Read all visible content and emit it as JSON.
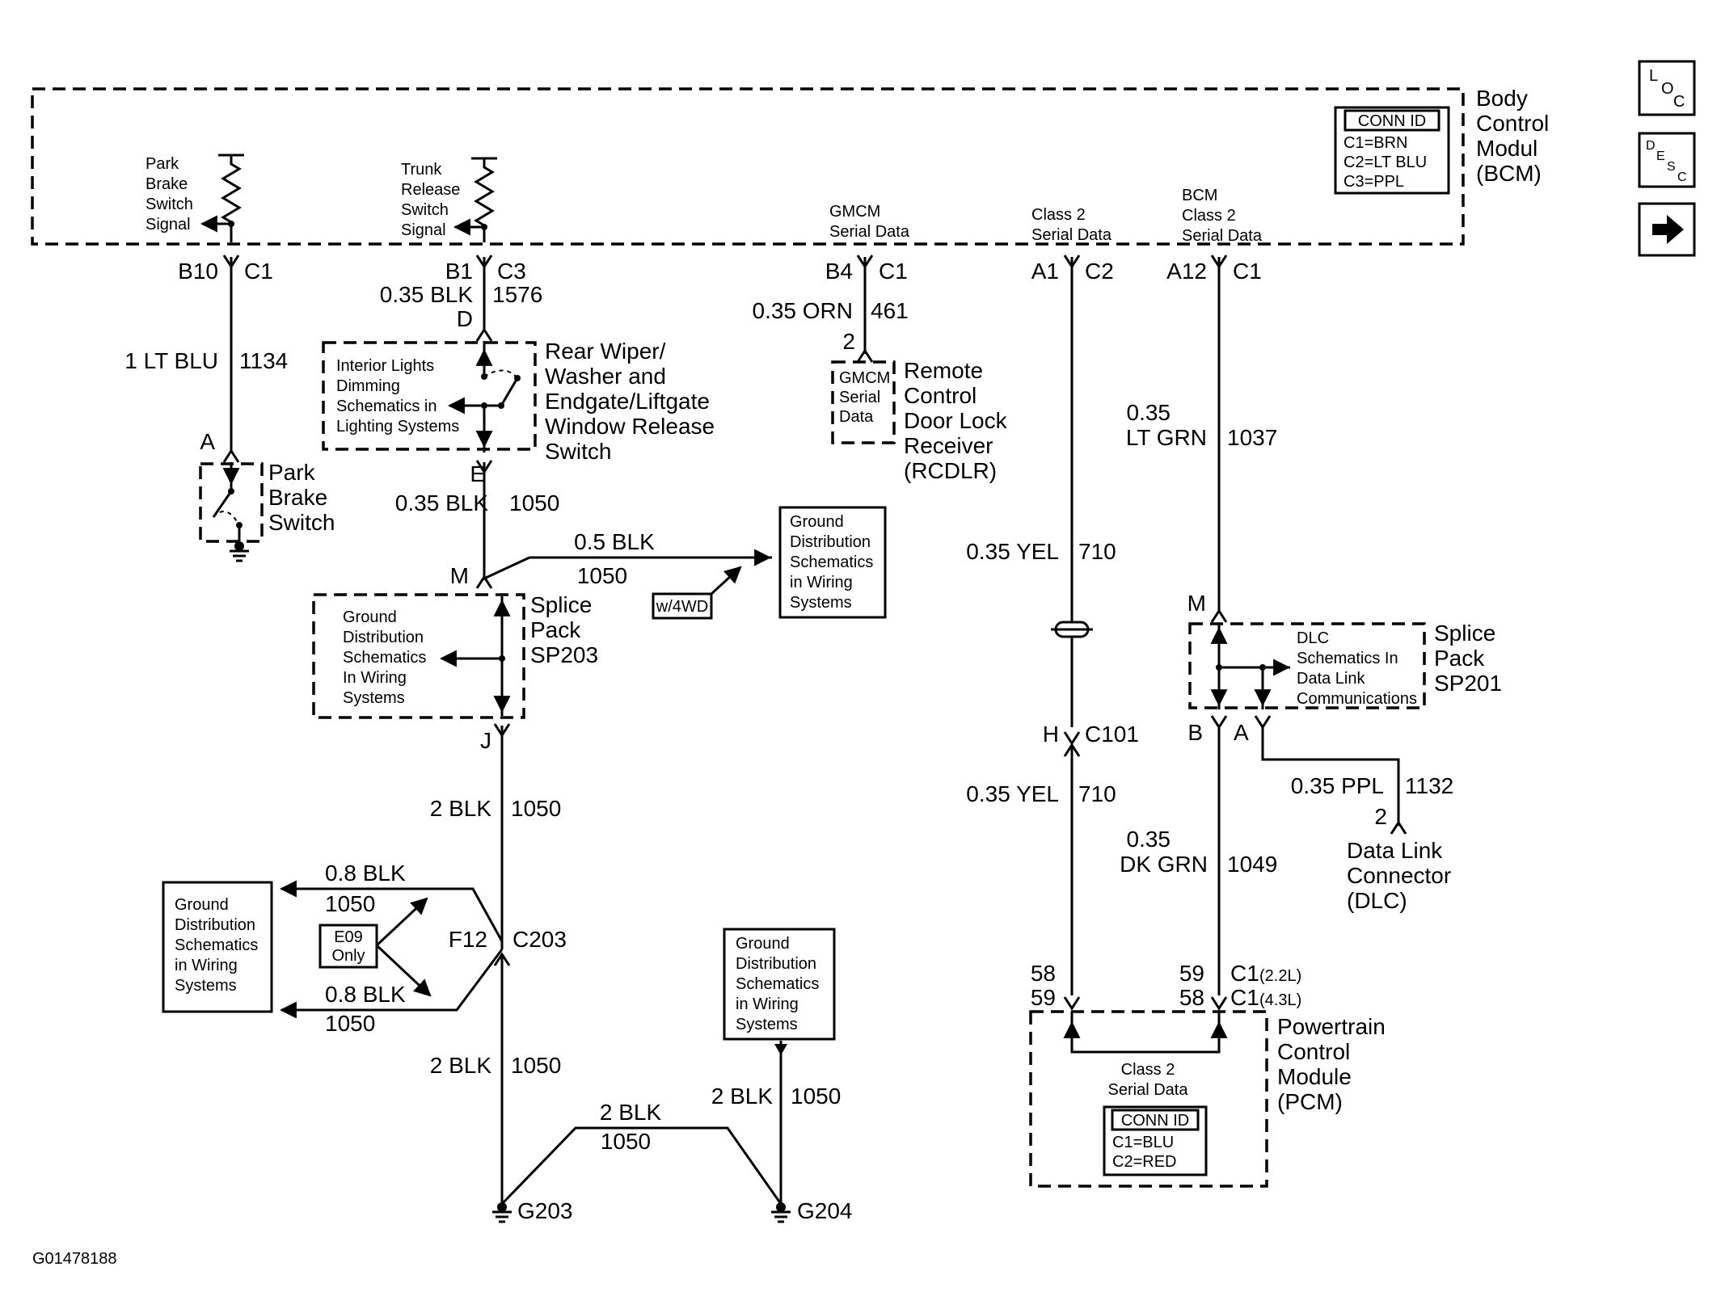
{
  "nav": {
    "loc": [
      "L",
      "O",
      "C"
    ],
    "desc": [
      "D",
      "E",
      "S",
      "C"
    ],
    "next_icon": "arrow-right-icon"
  },
  "figure_id": "G01478188",
  "bcm": {
    "title": [
      "Body",
      "Control",
      "Modul",
      "(BCM)"
    ],
    "conn_id": {
      "title": "CONN ID",
      "lines": [
        "C1=BRN",
        "C2=LT BLU",
        "C3=PPL"
      ]
    },
    "park_sig": [
      "Park",
      "Brake",
      "Switch",
      "Signal"
    ],
    "trunk_sig": [
      "Trunk",
      "Release",
      "Switch",
      "Signal"
    ],
    "gmcm_sig": [
      "GMCM",
      "Serial Data"
    ],
    "class2_sig": [
      "Class 2",
      "Serial Data"
    ],
    "bcm_class2_sig": [
      "BCM",
      "Class 2",
      "Serial Data"
    ]
  },
  "pins": {
    "b10": "B10",
    "c1a": "C1",
    "b1": "B1",
    "c3": "C3",
    "b4": "B4",
    "c1b": "C1",
    "a1": "A1",
    "c2": "C2",
    "a12": "A12",
    "c1c": "C1"
  },
  "wires": {
    "w1134_color": "1 LT BLU",
    "w1134_num": "1134",
    "w1576_color": "0.35 BLK",
    "w1576_num": "1576",
    "w461_color": "0.35 ORN",
    "w461_num": "461",
    "w1050e_color": "0.35 BLK",
    "w1050e_num": "1050",
    "w1050m_color": "0.5 BLK",
    "w1050m_num": "1050",
    "w1050j_color": "2 BLK",
    "w1050j_num": "1050",
    "w1050a_color": "0.8 BLK",
    "w1050a_num": "1050",
    "w1050b_color": "0.8 BLK",
    "w1050b_num": "1050",
    "w1050f_color": "2 BLK",
    "w1050f_num": "1050",
    "w1050g_color": "2 BLK",
    "w1050g_num": "1050",
    "w1050h_color": "2 BLK",
    "w1050h_num": "1050",
    "w710a_color": "0.35 YEL",
    "w710a_num": "710",
    "w710b_color": "0.35 YEL",
    "w710b_num": "710",
    "w1037_color": [
      "0.35",
      "LT GRN"
    ],
    "w1037_num": "1037",
    "w1049_color": [
      "0.35",
      "DK GRN"
    ],
    "w1049_num": "1049",
    "w1132_color": "0.35 PPL",
    "w1132_num": "1132"
  },
  "parts": {
    "park_switch": [
      "Park",
      "Brake",
      "Switch"
    ],
    "park_pin": "A",
    "wiper_switch": [
      "Rear Wiper/",
      "Washer and",
      "Endgate/Liftgate",
      "Window Release",
      "Switch"
    ],
    "wiper_pin_d": "D",
    "wiper_pin_e": "E",
    "interior_ref": [
      "Interior Lights",
      "Dimming",
      "Schematics in",
      "Lighting Systems"
    ],
    "rcdlr": [
      "Remote",
      "Control",
      "Door Lock",
      "Receiver",
      "(RCDLR)"
    ],
    "rcdlr_pin": "2",
    "gmcm_ref": [
      "GMCM",
      "Serial",
      "Data"
    ],
    "sp203": [
      "Splice",
      "Pack",
      "SP203"
    ],
    "sp203_pin_m": "M",
    "sp203_pin_j": "J",
    "sp203_ref": [
      "Ground",
      "Distribution",
      "Schematics",
      "In Wiring",
      "Systems"
    ],
    "ground_ref_top": [
      "Ground",
      "Distribution",
      "Schematics",
      "in Wiring",
      "Systems"
    ],
    "w4wd": "w/4WD",
    "ground_ref_left": [
      "Ground",
      "Distribution",
      "Schematics",
      "in Wiring",
      "Systems"
    ],
    "e09": [
      "E09",
      "Only"
    ],
    "c203_pin": "F12",
    "c203": "C203",
    "ground_ref_bottom": [
      "Ground",
      "Distribution",
      "Schematics",
      "in Wiring",
      "Systems"
    ],
    "g203": "G203",
    "g204": "G204",
    "c101_pin": "H",
    "c101": "C101",
    "sp201": [
      "Splice",
      "Pack",
      "SP201"
    ],
    "sp201_pin_m": "M",
    "sp201_pin_b": "B",
    "sp201_pin_a": "A",
    "dlc_ref": [
      "DLC",
      "Schematics In",
      "Data Link",
      "Communications"
    ],
    "dlc_pin": "2",
    "dlc": [
      "Data Link",
      "Connector",
      "(DLC)"
    ],
    "pcm": [
      "Powertrain",
      "Control",
      "Module",
      "(PCM)"
    ],
    "pcm_pins_left": [
      "58",
      "59"
    ],
    "pcm_pins_right": [
      "59",
      "58"
    ],
    "pcm_conn_a": "C1",
    "pcm_conn_a_note": "(2.2L)",
    "pcm_conn_b": "C1",
    "pcm_conn_b_note": "(4.3L)",
    "pcm_sig": [
      "Class 2",
      "Serial Data"
    ],
    "pcm_conn_id": {
      "title": "CONN ID",
      "lines": [
        "C1=BLU",
        "C2=RED"
      ]
    }
  }
}
